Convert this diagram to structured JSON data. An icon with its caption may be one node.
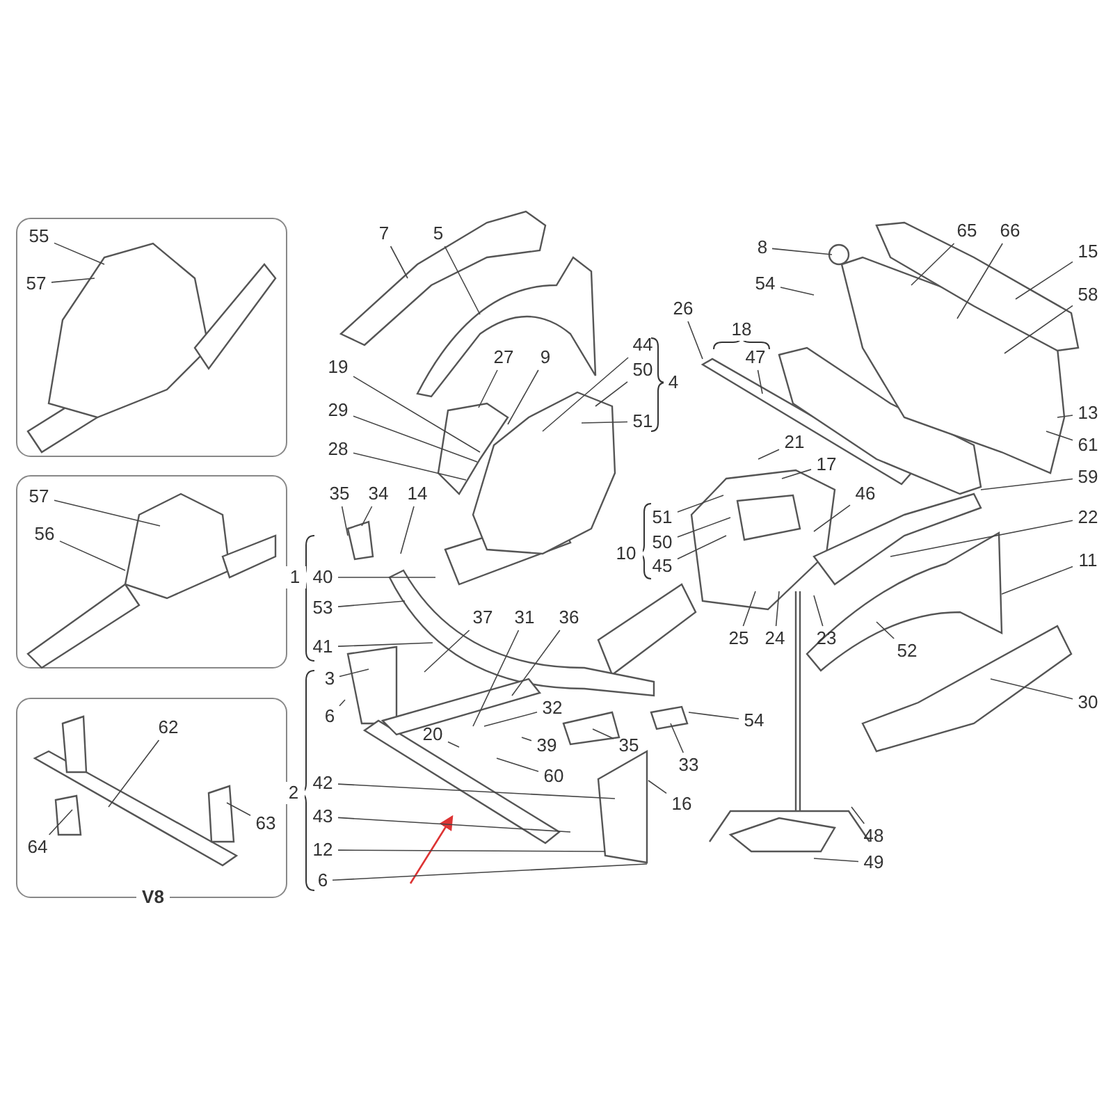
{
  "diagram": {
    "nodes": [
      {
        "text": [
          "55"
        ]
      },
      {
        "text": [
          "57"
        ]
      },
      {
        "text": [
          "57"
        ]
      },
      {
        "text": [
          "56"
        ]
      },
      {
        "text": [
          "62"
        ]
      },
      {
        "text": [
          "64"
        ]
      },
      {
        "text": [
          "63"
        ]
      },
      {
        "text": [
          "7"
        ]
      },
      {
        "text": [
          "5"
        ]
      },
      {
        "text": [
          "27"
        ]
      },
      {
        "text": [
          "9"
        ]
      },
      {
        "text": [
          "19"
        ]
      },
      {
        "text": [
          "29"
        ]
      },
      {
        "text": [
          "28"
        ]
      },
      {
        "text": [
          "44"
        ]
      },
      {
        "text": [
          "50"
        ]
      },
      {
        "text": [
          "51"
        ]
      },
      {
        "text": [
          "26"
        ]
      },
      {
        "text": [
          "47"
        ]
      },
      {
        "text": [
          "8"
        ]
      },
      {
        "text": [
          "54"
        ]
      },
      {
        "text": [
          "65"
        ]
      },
      {
        "text": [
          "66"
        ]
      },
      {
        "text": [
          "15"
        ]
      },
      {
        "text": [
          "58"
        ]
      },
      {
        "text": [
          "13"
        ]
      },
      {
        "text": [
          "61"
        ]
      },
      {
        "text": [
          "59"
        ]
      },
      {
        "text": [
          "35"
        ]
      },
      {
        "text": [
          "34"
        ]
      },
      {
        "text": [
          "14"
        ]
      },
      {
        "text": [
          "40"
        ]
      },
      {
        "text": [
          "53"
        ]
      },
      {
        "text": [
          "41"
        ]
      },
      {
        "text": [
          "21"
        ]
      },
      {
        "text": [
          "17"
        ]
      },
      {
        "text": [
          "46"
        ]
      },
      {
        "text": [
          "51"
        ]
      },
      {
        "text": [
          "50"
        ]
      },
      {
        "text": [
          "45"
        ]
      },
      {
        "text": [
          "22"
        ]
      },
      {
        "text": [
          "11"
        ]
      },
      {
        "text": [
          "25"
        ]
      },
      {
        "text": [
          "24"
        ]
      },
      {
        "text": [
          "23"
        ]
      },
      {
        "text": [
          "52"
        ]
      },
      {
        "text": [
          "30"
        ]
      },
      {
        "text": [
          "54"
        ]
      },
      {
        "text": [
          "37"
        ]
      },
      {
        "text": [
          "31"
        ]
      },
      {
        "text": [
          "36"
        ]
      },
      {
        "text": [
          "32"
        ]
      },
      {
        "text": [
          "20"
        ]
      },
      {
        "text": [
          "39"
        ]
      },
      {
        "text": [
          "35"
        ]
      },
      {
        "text": [
          "33"
        ]
      },
      {
        "text": [
          "60"
        ]
      },
      {
        "text": [
          "16"
        ]
      },
      {
        "text": [
          "3"
        ]
      },
      {
        "text": [
          "6"
        ]
      },
      {
        "text": [
          "42"
        ]
      },
      {
        "text": [
          "43"
        ]
      },
      {
        "text": [
          "12"
        ]
      },
      {
        "text": [
          "6"
        ]
      },
      {
        "text": [
          "48"
        ]
      },
      {
        "text": [
          "49"
        ]
      }
    ],
    "edges": [
      {
        "from": 0,
        "to": null,
        "arrow": "none"
      },
      {
        "from": 1,
        "to": null,
        "arrow": "none"
      },
      {
        "from": 2,
        "to": null,
        "arrow": "none"
      },
      {
        "from": 3,
        "to": null,
        "arrow": "none"
      },
      {
        "from": 4,
        "to": null,
        "arrow": "none"
      },
      {
        "from": 5,
        "to": null,
        "arrow": "none"
      },
      {
        "from": 6,
        "to": null,
        "arrow": "none"
      },
      {
        "from": 7,
        "to": null,
        "arrow": "none"
      },
      {
        "from": 8,
        "to": null,
        "arrow": "none"
      },
      {
        "from": 9,
        "to": null,
        "arrow": "none"
      },
      {
        "from": 10,
        "to": null,
        "arrow": "none"
      },
      {
        "from": 11,
        "to": null,
        "arrow": "none"
      },
      {
        "from": 12,
        "to": null,
        "arrow": "none"
      },
      {
        "from": 13,
        "to": null,
        "arrow": "none"
      },
      {
        "from": 14,
        "to": null,
        "arrow": "none"
      },
      {
        "from": 15,
        "to": null,
        "arrow": "none"
      },
      {
        "from": 16,
        "to": null,
        "arrow": "none"
      },
      {
        "from": 17,
        "to": null,
        "arrow": "none"
      },
      {
        "from": 18,
        "to": null,
        "arrow": "none"
      },
      {
        "from": 19,
        "to": null,
        "arrow": "none"
      },
      {
        "from": 20,
        "to": null,
        "arrow": "none"
      },
      {
        "from": 21,
        "to": null,
        "arrow": "none"
      },
      {
        "from": 22,
        "to": null,
        "arrow": "none"
      },
      {
        "from": 23,
        "to": null,
        "arrow": "none"
      },
      {
        "from": 24,
        "to": null,
        "arrow": "none"
      },
      {
        "from": 25,
        "to": null,
        "arrow": "none"
      },
      {
        "from": 26,
        "to": null,
        "arrow": "none"
      },
      {
        "from": 27,
        "to": null,
        "arrow": "none"
      },
      {
        "from": 28,
        "to": null,
        "arrow": "none"
      },
      {
        "from": 29,
        "to": null,
        "arrow": "none"
      },
      {
        "from": 30,
        "to": null,
        "arrow": "none"
      },
      {
        "from": 31,
        "to": null,
        "arrow": "none"
      },
      {
        "from": 32,
        "to": null,
        "arrow": "none"
      },
      {
        "from": 33,
        "to": null,
        "arrow": "none"
      },
      {
        "from": 34,
        "to": null,
        "arrow": "none"
      },
      {
        "from": 35,
        "to": null,
        "arrow": "none"
      },
      {
        "from": 36,
        "to": null,
        "arrow": "none"
      },
      {
        "from": 37,
        "to": null,
        "arrow": "none"
      },
      {
        "from": 38,
        "to": null,
        "arrow": "none"
      },
      {
        "from": 39,
        "to": null,
        "arrow": "none"
      },
      {
        "from": 40,
        "to": null,
        "arrow": "none"
      },
      {
        "from": 41,
        "to": null,
        "arrow": "none"
      },
      {
        "from": 42,
        "to": null,
        "arrow": "none"
      },
      {
        "from": 43,
        "to": null,
        "arrow": "none"
      },
      {
        "from": 44,
        "to": null,
        "arrow": "none"
      },
      {
        "from": 45,
        "to": null,
        "arrow": "none"
      },
      {
        "from": 46,
        "to": null,
        "arrow": "none"
      },
      {
        "from": 47,
        "to": null,
        "arrow": "none"
      },
      {
        "from": 48,
        "to": null,
        "arrow": "none"
      },
      {
        "from": 49,
        "to": null,
        "arrow": "none"
      },
      {
        "from": 50,
        "to": null,
        "arrow": "none"
      },
      {
        "from": 51,
        "to": null,
        "arrow": "none"
      },
      {
        "from": 52,
        "to": null,
        "arrow": "none"
      },
      {
        "from": 53,
        "to": null,
        "arrow": "none"
      },
      {
        "from": 54,
        "to": null,
        "arrow": "none"
      },
      {
        "from": 55,
        "to": null,
        "arrow": "none"
      },
      {
        "from": 56,
        "to": null,
        "arrow": "none"
      },
      {
        "from": 57,
        "to": null,
        "arrow": "none"
      },
      {
        "from": 58,
        "to": null,
        "arrow": "none"
      },
      {
        "from": 59,
        "to": null,
        "arrow": "none"
      },
      {
        "from": 60,
        "to": null,
        "arrow": "none"
      },
      {
        "from": 61,
        "to": null,
        "arrow": "none"
      },
      {
        "from": 62,
        "to": null,
        "arrow": "none"
      },
      {
        "from": 63,
        "to": null,
        "arrow": "none"
      },
      {
        "from": 64,
        "to": null,
        "arrow": "none"
      },
      {
        "from": 65,
        "to": null,
        "arrow": "none"
      }
    ],
    "labels": [
      "18",
      "4",
      "1",
      "10",
      "2",
      "V8"
    ]
  }
}
